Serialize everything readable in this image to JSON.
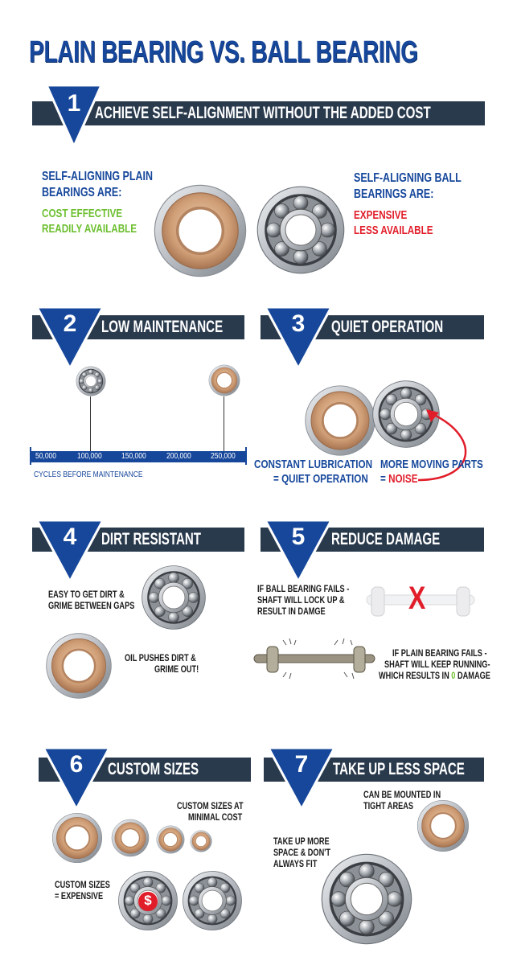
{
  "title": "PLAIN BEARING VS. BALL BEARING",
  "colors": {
    "navy": "#16479b",
    "banner": "#2a3a4d",
    "green": "#6cbf2f",
    "red": "#e11d2a"
  },
  "s1": {
    "num": "1",
    "heading": "ACHIEVE SELF-ALIGNMENT WITHOUT THE ADDED COST",
    "plain_line1": "SELF-ALIGNING PLAIN",
    "plain_line2": "BEARINGS ARE:",
    "plain_pro1": "COST EFFECTIVE",
    "plain_pro2": "READILY AVAILABLE",
    "ball_line1": "SELF-ALIGNING BALL",
    "ball_line2": "BEARINGS ARE:",
    "ball_con1": "EXPENSIVE",
    "ball_con2": "LESS AVAILABLE"
  },
  "s2": {
    "num": "2",
    "heading": "LOW MAINTENANCE",
    "ticks": [
      "50,000",
      "100,000",
      "150,000",
      "200,000",
      "250,000"
    ],
    "caption": "CYCLES BEFORE MAINTENANCE"
  },
  "s3": {
    "num": "3",
    "heading": "QUIET OPERATION",
    "plain_line1": "CONSTANT LUBRICATION",
    "plain_line2": "= QUIET OPERATION",
    "ball_line1": "MORE MOVING PARTS",
    "ball_eq": "=",
    "ball_noise": "NOISE"
  },
  "s4": {
    "num": "4",
    "heading": "DIRT RESISTANT",
    "ball_line1": "EASY TO GET DIRT &",
    "ball_line2": "GRIME BETWEEN GAPS",
    "plain_line1": "OIL PUSHES DIRT &",
    "plain_line2": "GRIME OUT!"
  },
  "s5": {
    "num": "5",
    "heading": "REDUCE DAMAGE",
    "ball_line1": "IF BALL BEARING FAILS -",
    "ball_line2": "SHAFT WILL LOCK UP &",
    "ball_line3": "RESULT IN DAMGE",
    "x_mark": "X",
    "plain_line1": "IF PLAIN BEARING FAILS -",
    "plain_line2": "SHAFT WILL KEEP RUNNING-",
    "plain_line3a": "WHICH RESULTS IN",
    "plain_zero": "0",
    "plain_line3b": "DAMAGE"
  },
  "s6": {
    "num": "6",
    "heading": "CUSTOM SIZES",
    "plain_line1": "CUSTOM SIZES AT",
    "plain_line2": "MINIMAL COST",
    "ball_line1": "CUSTOM SIZES",
    "ball_line2": "= EXPENSIVE",
    "dollar": "$"
  },
  "s7": {
    "num": "7",
    "heading": "TAKE UP LESS SPACE",
    "plain_line1": "CAN BE MOUNTED IN",
    "plain_line2": "TIGHT AREAS",
    "ball_line1": "TAKE UP MORE",
    "ball_line2": "SPACE & DON'T",
    "ball_line3": "ALWAYS FIT"
  }
}
